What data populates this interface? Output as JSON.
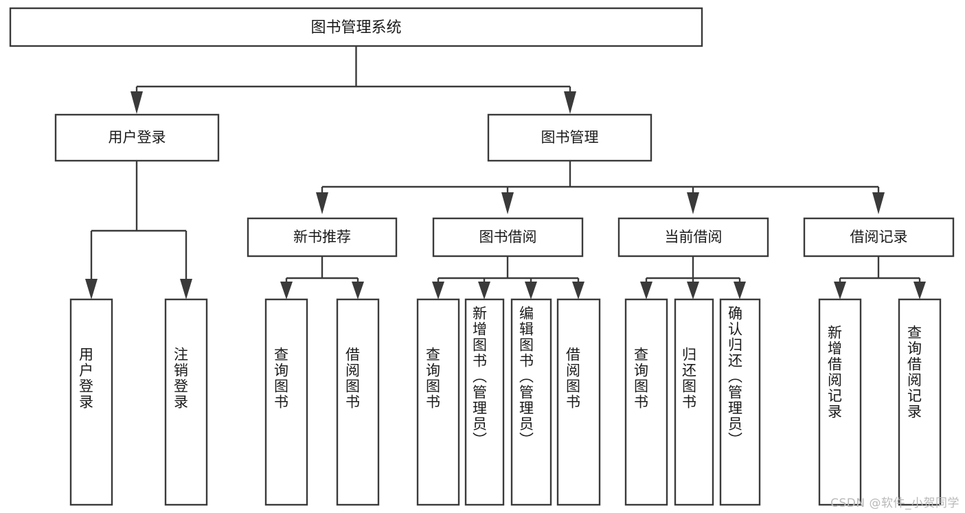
{
  "diagram": {
    "type": "tree-hierarchy",
    "title": "图书管理系统",
    "root": {
      "id": "root",
      "label": "图书管理系统",
      "orientation": "horizontal"
    },
    "level2": [
      {
        "id": "user-login",
        "label": "用户登录",
        "orientation": "horizontal"
      },
      {
        "id": "book-manage",
        "label": "图书管理",
        "orientation": "horizontal"
      }
    ],
    "level3": [
      {
        "id": "new-book-rec",
        "label": "新书推荐",
        "orientation": "horizontal",
        "parent": "book-manage"
      },
      {
        "id": "book-borrow",
        "label": "图书借阅",
        "orientation": "horizontal",
        "parent": "book-manage"
      },
      {
        "id": "current-borrow",
        "label": "当前借阅",
        "orientation": "horizontal",
        "parent": "book-manage"
      },
      {
        "id": "borrow-record",
        "label": "借阅记录",
        "orientation": "horizontal",
        "parent": "book-manage"
      }
    ],
    "leaves": [
      {
        "id": "leaf-user-login",
        "label": "用户登录",
        "parent": "user-login",
        "orientation": "vertical"
      },
      {
        "id": "leaf-logout",
        "label": "注销登录",
        "parent": "user-login",
        "orientation": "vertical"
      },
      {
        "id": "leaf-query-book-1",
        "label": "查询图书",
        "parent": "new-book-rec",
        "orientation": "vertical"
      },
      {
        "id": "leaf-borrow-book-1",
        "label": "借阅图书",
        "parent": "new-book-rec",
        "orientation": "vertical"
      },
      {
        "id": "leaf-query-book-2",
        "label": "查询图书",
        "parent": "book-borrow",
        "orientation": "vertical"
      },
      {
        "id": "leaf-add-book",
        "label": "新增图书（管理员）",
        "parent": "book-borrow",
        "orientation": "vertical"
      },
      {
        "id": "leaf-edit-book",
        "label": "编辑图书（管理员）",
        "parent": "book-borrow",
        "orientation": "vertical"
      },
      {
        "id": "leaf-borrow-book-2",
        "label": "借阅图书",
        "parent": "book-borrow",
        "orientation": "vertical"
      },
      {
        "id": "leaf-query-book-3",
        "label": "查询图书",
        "parent": "current-borrow",
        "orientation": "vertical"
      },
      {
        "id": "leaf-return-book",
        "label": "归还图书",
        "parent": "current-borrow",
        "orientation": "vertical"
      },
      {
        "id": "leaf-confirm-return",
        "label": "确认归还（管理员）",
        "parent": "current-borrow",
        "orientation": "vertical"
      },
      {
        "id": "leaf-add-record",
        "label": "新增借阅记录",
        "parent": "borrow-record",
        "orientation": "vertical"
      },
      {
        "id": "leaf-query-record",
        "label": "查询借阅记录",
        "parent": "borrow-record",
        "orientation": "vertical"
      }
    ],
    "colors": {
      "stroke": "#3a3a3a",
      "fill": "#ffffff",
      "text": "#1a1a1a",
      "background": "#ffffff",
      "watermark": "#b9b9b9"
    }
  },
  "watermark": {
    "text": "CSDN @软件_小贺同学"
  }
}
